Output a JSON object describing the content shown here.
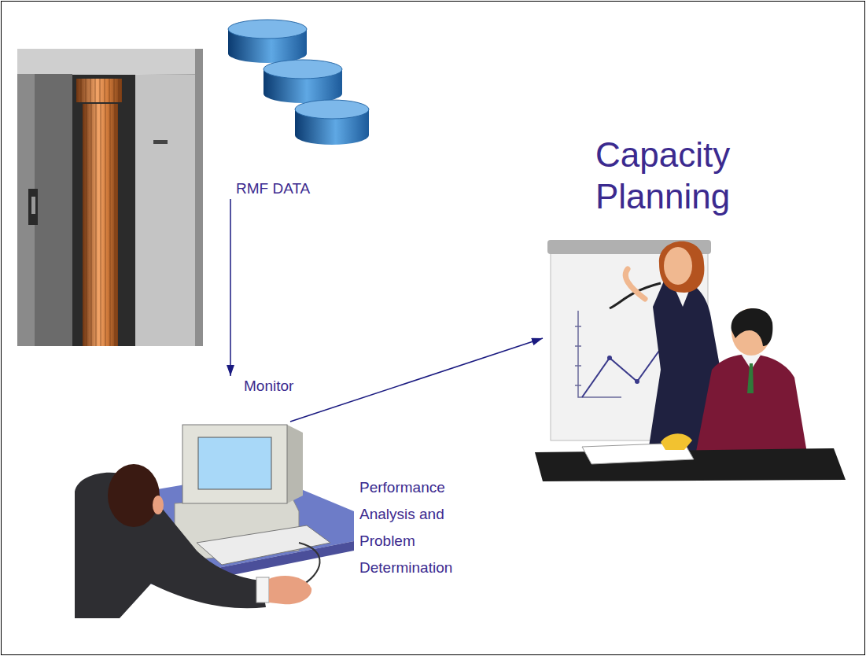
{
  "diagram": {
    "nodes": [
      {
        "text": [
          "RMF DATA"
        ]
      },
      {
        "text": [
          "Monitor"
        ]
      },
      {
        "text": [
          "Capacity Planning"
        ]
      }
    ],
    "edges": [
      {
        "from": 0,
        "to": 1,
        "arrow": "to"
      },
      {
        "from": 1,
        "to": 2,
        "arrow": "to"
      }
    ],
    "labels": [
      "Performance Analysis and Problem Determination"
    ]
  }
}
